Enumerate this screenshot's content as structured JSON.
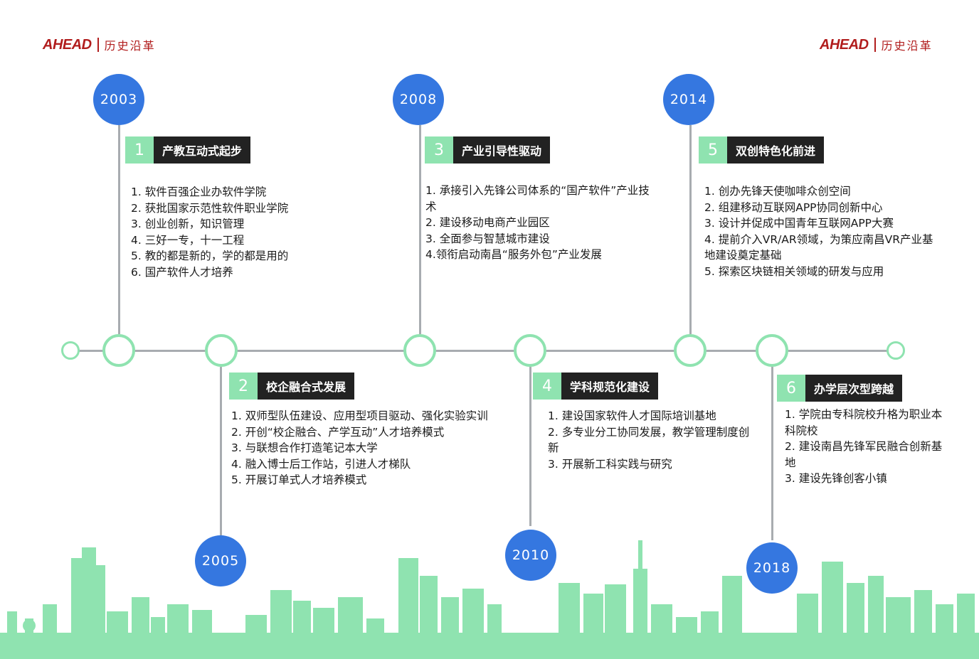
{
  "header": {
    "logo_text": "AHEAD",
    "section_title": "历史沿革"
  },
  "timeline": {
    "entries": [
      {
        "year": "2003",
        "number": "1",
        "title": "产教互动式起步",
        "items": [
          "1. 软件百强企业办软件学院",
          "2. 获批国家示范性软件职业学院",
          "3. 创业创新，知识管理",
          "4. 三好一专，十一工程",
          "5. 教的都是新的，学的都是用的",
          "6. 国产软件人才培养"
        ]
      },
      {
        "year": "2005",
        "number": "2",
        "title": "校企融合式发展",
        "items": [
          "1. 双师型队伍建设、应用型项目驱动、强化实验实训",
          "2. 开创“校企融合、产学互动”人才培养模式",
          "3. 与联想合作打造笔记本大学",
          "4. 融入博士后工作站，引进人才梯队",
          "5. 开展订单式人才培养模式"
        ]
      },
      {
        "year": "2008",
        "number": "3",
        "title": "产业引导性驱动",
        "items": [
          "1. 承接引入先锋公司体系的“国产软件”产业技术",
          "2. 建设移动电商产业园区",
          "3. 全面参与智慧城市建设",
          "4.领衔启动南昌“服务外包”产业发展"
        ]
      },
      {
        "year": "2010",
        "number": "4",
        "title": "学科规范化建设",
        "items": [
          "1. 建设国家软件人才国际培训基地",
          "2. 多专业分工协同发展，教学管理制度创新",
          "3. 开展新工科实践与研究"
        ]
      },
      {
        "year": "2014",
        "number": "5",
        "title": "双创特色化前进",
        "items": [
          "1. 创办先锋天使咖啡众创空间",
          "2. 组建移动互联网APP协同创新中心",
          "3. 设计并促成中国青年互联网APP大赛",
          "4. 提前介入VR/AR领域，为策应南昌VR产业基地建设奠定基础",
          "5. 探索区块链相关领域的研发与应用"
        ]
      },
      {
        "year": "2018",
        "number": "6",
        "title": "办学层次型跨越",
        "items": [
          "1. 学院由专科院校升格为职业本科院校",
          "2. 建设南昌先锋军民融合创新基地",
          "3. 建设先锋创客小镇"
        ]
      }
    ]
  },
  "colors": {
    "brand": "#b11d1d",
    "year_circle": "#3577e0",
    "accent_green": "#8fe3b0",
    "title_bg": "#222222",
    "line": "#a8acb0"
  }
}
